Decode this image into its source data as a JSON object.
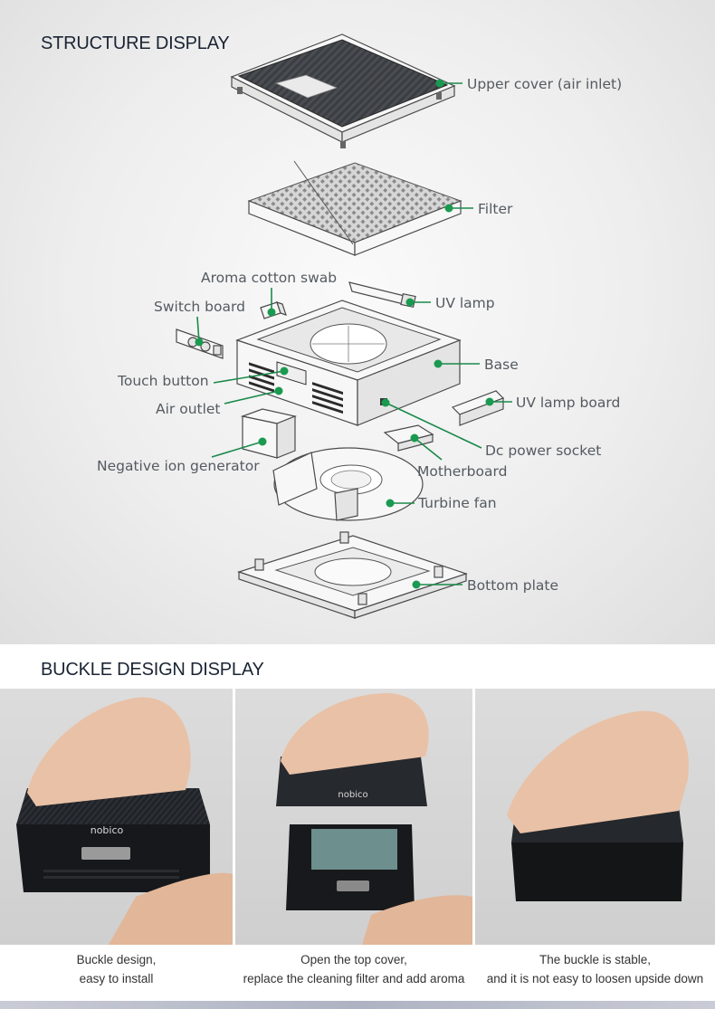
{
  "structure": {
    "title": "STRUCTURE DISPLAY",
    "labels": {
      "upper_cover": "Upper cover (air inlet)",
      "filter": "Filter",
      "aroma": "Aroma cotton swab",
      "uv_lamp": "UV lamp",
      "switch_board": "Switch board",
      "base": "Base",
      "touch_button": "Touch button",
      "uv_lamp_board": "UV lamp board",
      "air_outlet": "Air outlet",
      "dc_power": "Dc power socket",
      "negative_ion": "Negative ion generator",
      "motherboard": "Motherboard",
      "turbine_fan": "Turbine fan",
      "bottom_plate": "Bottom plate"
    },
    "colors": {
      "leader": "#1a8a4a",
      "text": "#555a60"
    }
  },
  "buckle": {
    "title": "BUCKLE DESIGN DISPLAY",
    "device_brand": "nobico",
    "captions": [
      {
        "line1": "Buckle design,",
        "line2": "easy to install"
      },
      {
        "line1": "Open the top cover,",
        "line2": "replace the cleaning filter and add aroma"
      },
      {
        "line1": "The buckle is stable,",
        "line2": "and it is not easy to loosen upside down"
      }
    ]
  }
}
